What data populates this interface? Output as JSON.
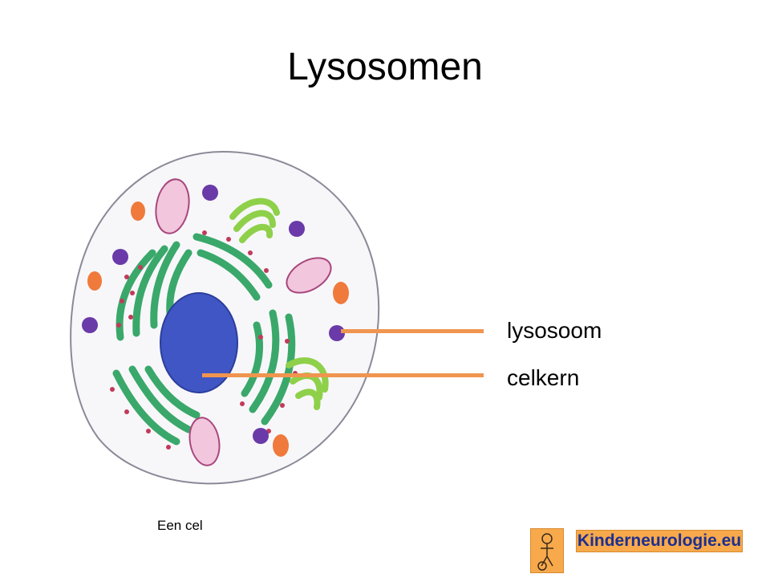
{
  "title": "Lysosomen",
  "labels": {
    "lysosome": "lysosoom",
    "nucleus": "celkern"
  },
  "caption": "Een cel",
  "logo": {
    "text": "Kinderneurologie.eu"
  },
  "colors": {
    "leader_line": "#f0954f",
    "nucleus": "#3f56c4",
    "lysosome": "#6a3aa8",
    "endoplasmic_reticulum": "#3aa86a",
    "ribosome": "#c23a5a",
    "golgi": "#8fd04a",
    "mitochondrion": "#d889b6",
    "vesicle": "#ef7a3c",
    "logo_background": "#f7a94b",
    "logo_text": "#1c2f8f"
  }
}
